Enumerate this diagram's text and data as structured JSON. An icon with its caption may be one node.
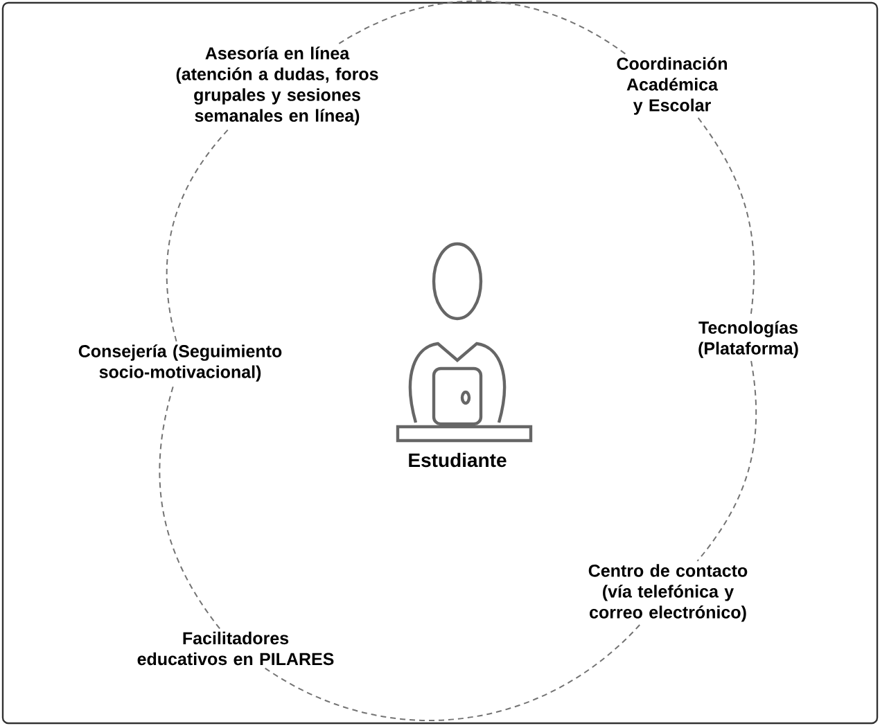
{
  "diagram": {
    "nodes": [
      {
        "text": [
          "Asesoría en línea",
          "(atención a dudas, foros grupales y sesiones semanales en línea)"
        ]
      },
      {
        "text": [
          "Coordinación Académica y Escolar"
        ]
      },
      {
        "text": [
          "Consejería (Seguimiento socio-motivacional)"
        ]
      },
      {
        "text": [
          "Tecnologías (Plataforma)"
        ]
      },
      {
        "text": [
          "Estudiante"
        ]
      },
      {
        "text": [
          "Centro de contacto (vía telefónica y correo electrónico)"
        ]
      },
      {
        "text": [
          "Facilitadores educativos en PILARES"
        ]
      }
    ],
    "edges": [
      {
        "from": 0,
        "to": 1,
        "arrow": "none",
        "style": "dashed"
      },
      {
        "from": 1,
        "to": 3,
        "arrow": "none",
        "style": "dashed"
      },
      {
        "from": 3,
        "to": 5,
        "arrow": "none",
        "style": "dashed"
      },
      {
        "from": 5,
        "to": 6,
        "arrow": "none",
        "style": "dashed"
      },
      {
        "from": 6,
        "to": 2,
        "arrow": "none",
        "style": "dashed"
      },
      {
        "from": 2,
        "to": 0,
        "arrow": "none",
        "style": "dashed"
      }
    ]
  }
}
